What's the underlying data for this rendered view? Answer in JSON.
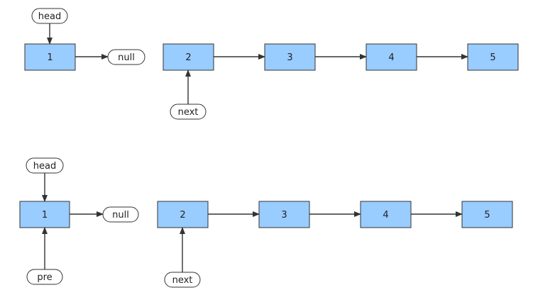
{
  "colors": {
    "node_fill": "#99ccff",
    "stroke": "#333333",
    "pill_fill": "#ffffff"
  },
  "top": {
    "nodes": [
      "1",
      "2",
      "3",
      "4",
      "5"
    ],
    "null_label": "null",
    "head_label": "head",
    "next_label": "next"
  },
  "bottom": {
    "nodes": [
      "1",
      "2",
      "3",
      "4",
      "5"
    ],
    "null_label": "null",
    "head_label": "head",
    "pre_label": "pre",
    "next_label": "next"
  }
}
